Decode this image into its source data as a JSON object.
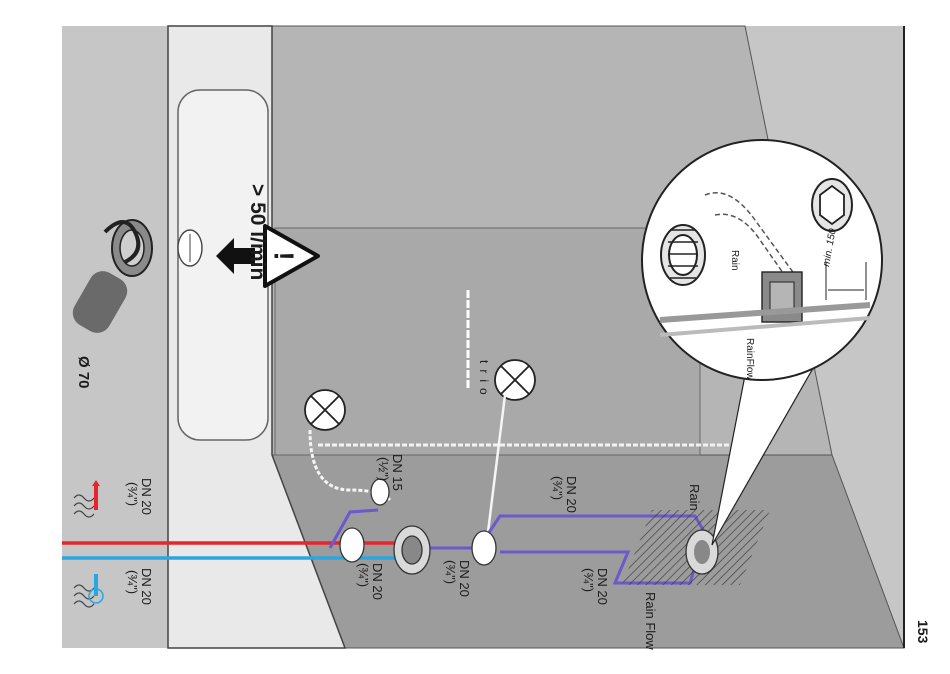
{
  "page_number": "153",
  "warning": {
    "flow_text": "> 50 l/min",
    "symbol": "!"
  },
  "drain": {
    "diameter_label": "Ø 70"
  },
  "supply": {
    "hot": {
      "dn": "DN 20",
      "size": "(¾\")",
      "color": "#e8252a"
    },
    "cold": {
      "dn": "DN 20",
      "size": "(¾\")",
      "color": "#2aa6e0"
    }
  },
  "pipes": {
    "to_shower": {
      "dn": "DN 15",
      "size": "(½\")"
    },
    "mixer_out": {
      "dn": "DN 20",
      "size": "(¾\")"
    },
    "diverter_out": {
      "dn": "DN 20",
      "size": "(¾\")"
    },
    "upper_run": {
      "dn": "DN 20",
      "size": "(¾\")"
    },
    "lower_run": {
      "dn": "DN 20",
      "size": "(¾\")"
    },
    "pipe_color": "#6a5acd"
  },
  "labels": {
    "trio": "trio",
    "rain": "Rain",
    "rainflow": "Rain Flow",
    "detail_rain": "Rain",
    "detail_rainflow": "RainFlow",
    "detail_min": "min. 150"
  },
  "icons": [
    "drain-trap-icon",
    "warning-triangle-icon",
    "arrow-icon",
    "valve-icon",
    "hot-water-icon",
    "cold-water-icon"
  ]
}
